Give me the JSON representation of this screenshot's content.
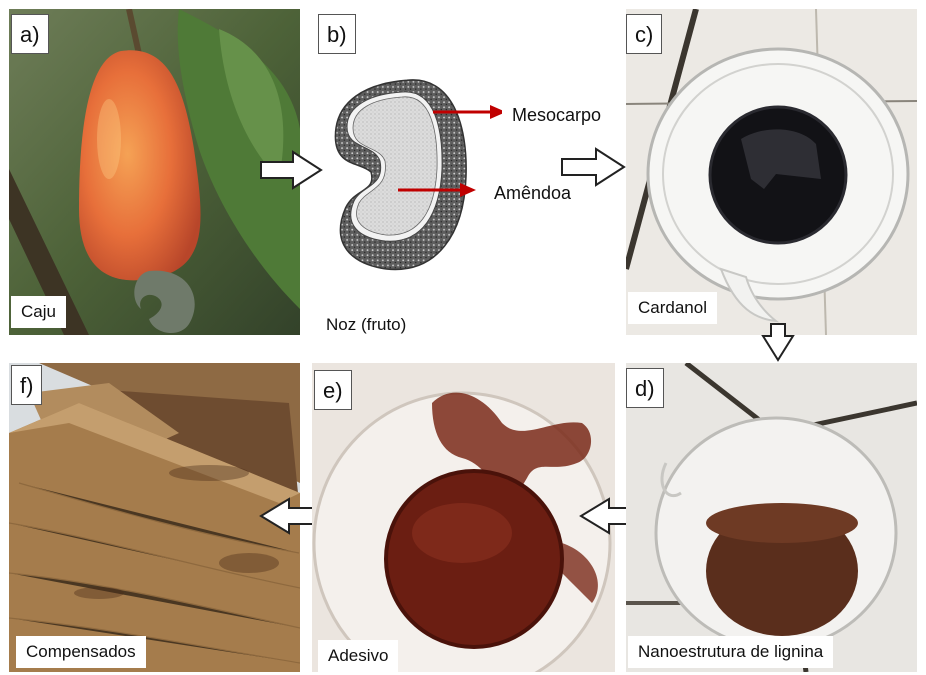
{
  "panels": {
    "a": {
      "tag": "a)",
      "caption": "Caju"
    },
    "b": {
      "tag": "b)",
      "caption": "Noz (fruto)",
      "callouts": {
        "mesocarp": "Mesocarpo",
        "kernel": "Amêndoa"
      }
    },
    "c": {
      "tag": "c)",
      "caption": "Cardanol"
    },
    "d": {
      "tag": "d)",
      "caption": "Nanoestrutura de lignina"
    },
    "e": {
      "tag": "e)",
      "caption": "Adesivo"
    },
    "f": {
      "tag": "f)",
      "caption": "Compensados"
    }
  },
  "flow": [
    "a",
    "b",
    "c",
    "d",
    "e",
    "f"
  ],
  "icons": {
    "flow_arrow": "block-arrow-outline",
    "callout_arrow": "red-arrow"
  },
  "colors": {
    "callout_arrow": "#c00000",
    "tag_border": "#555555",
    "cashew_apple": "#e8733a",
    "cardanol": "#111118",
    "lignin": "#5a2e1c",
    "adhesive": "#6b1e12",
    "plywood": "#a57c4c"
  }
}
